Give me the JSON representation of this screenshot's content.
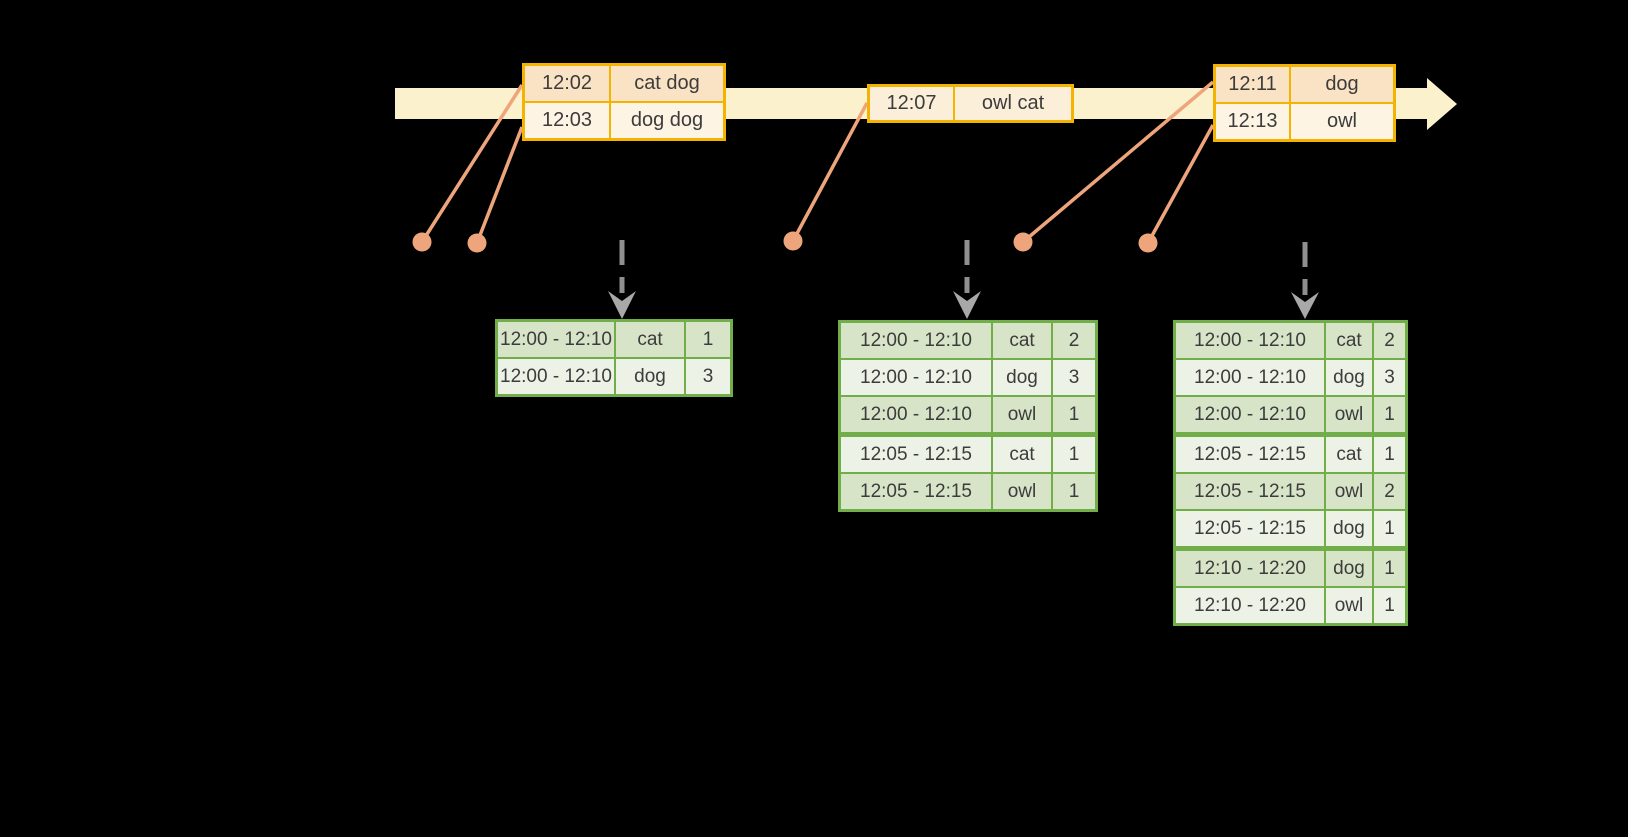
{
  "colors": {
    "background": "#000000",
    "timeline": "#FBF1CD",
    "gold": "#F5B301",
    "event_row_odd": "#FAE3C5",
    "event_row_even": "#FDF4E3",
    "event_single": "#FCEFDA",
    "salmon": "#EFA57B",
    "gray": "#8F8F8F",
    "gray_head": "#A8A8A8",
    "green": "#71AD49",
    "green_dark": "#D8E4C8",
    "green_light": "#EDF2E7",
    "text": "#3C3C3C"
  },
  "event_tables": [
    {
      "rows": [
        {
          "time": "12:02",
          "words": "cat dog"
        },
        {
          "time": "12:03",
          "words": "dog dog"
        }
      ]
    },
    {
      "rows": [
        {
          "time": "12:07",
          "words": "owl cat"
        }
      ]
    },
    {
      "rows": [
        {
          "time": "12:11",
          "words": "dog"
        },
        {
          "time": "12:13",
          "words": "owl"
        }
      ]
    }
  ],
  "result_tables": [
    {
      "group_breaks": [],
      "rows": [
        {
          "window": "12:00 - 12:10",
          "word": "cat",
          "count": "1"
        },
        {
          "window": "12:00 - 12:10",
          "word": "dog",
          "count": "3"
        }
      ]
    },
    {
      "group_breaks": [
        3
      ],
      "rows": [
        {
          "window": "12:00 - 12:10",
          "word": "cat",
          "count": "2"
        },
        {
          "window": "12:00 - 12:10",
          "word": "dog",
          "count": "3"
        },
        {
          "window": "12:00 - 12:10",
          "word": "owl",
          "count": "1"
        },
        {
          "window": "12:05 - 12:15",
          "word": "cat",
          "count": "1"
        },
        {
          "window": "12:05 - 12:15",
          "word": "owl",
          "count": "1"
        }
      ]
    },
    {
      "group_breaks": [
        3,
        6
      ],
      "rows": [
        {
          "window": "12:00 - 12:10",
          "word": "cat",
          "count": "2"
        },
        {
          "window": "12:00 - 12:10",
          "word": "dog",
          "count": "3"
        },
        {
          "window": "12:00 - 12:10",
          "word": "owl",
          "count": "1"
        },
        {
          "window": "12:05 - 12:15",
          "word": "cat",
          "count": "1"
        },
        {
          "window": "12:05 - 12:15",
          "word": "owl",
          "count": "2"
        },
        {
          "window": "12:05 - 12:15",
          "word": "dog",
          "count": "1"
        },
        {
          "window": "12:10 - 12:20",
          "word": "dog",
          "count": "1"
        },
        {
          "window": "12:10 - 12:20",
          "word": "owl",
          "count": "1"
        }
      ]
    }
  ]
}
